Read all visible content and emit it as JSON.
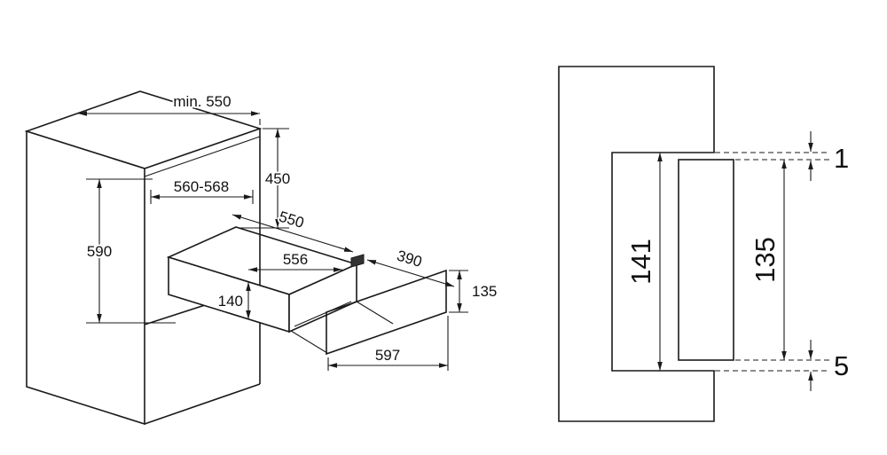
{
  "colors": {
    "line": "#1a1a1a",
    "panel": "#a8a8a8",
    "detail": "#333333",
    "background": "#ffffff"
  },
  "isometric_view": {
    "labels": {
      "niche_depth": "min. 550",
      "upper_niche_height": "450",
      "niche_width": "560-568",
      "total_height": "590",
      "appliance_depth": "550",
      "appliance_width": "556",
      "pullout_depth": "390",
      "appliance_height": "140",
      "front_panel_height": "135",
      "front_panel_width": "597"
    }
  },
  "section_view": {
    "labels": {
      "niche_height": "141",
      "front_panel_height": "135",
      "top_gap": "1",
      "bottom_gap": "5"
    }
  }
}
